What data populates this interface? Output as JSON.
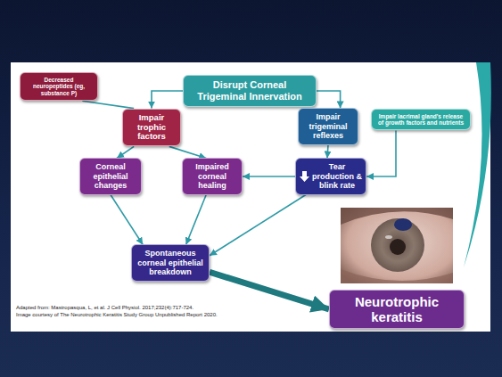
{
  "diagram": {
    "nodes": [
      {
        "text": [
          "Disrupt Corneal Trigeminal Innervation"
        ]
      },
      {
        "text": [
          "Decreased neuropeptides (eg, substance P)"
        ]
      },
      {
        "text": [
          "Impair trophic factors"
        ]
      },
      {
        "text": [
          "Impair trigeminal reflexes"
        ]
      },
      {
        "text": [
          "Impair lacrimal gland's release of growth factors and nutrients"
        ]
      },
      {
        "text": [
          "Corneal epithelial changes"
        ]
      },
      {
        "text": [
          "Impaired corneal healing"
        ]
      },
      {
        "text": [
          "Tear production & blink rate"
        ]
      },
      {
        "text": [
          "Spontaneous corneal epithelial breakdown"
        ]
      },
      {
        "text": [
          "Neurotrophic keratitis"
        ]
      }
    ],
    "edges": [
      {
        "from": 1,
        "to": 2,
        "arrow": "none"
      },
      {
        "from": 0,
        "to": 2,
        "arrow": "to"
      },
      {
        "from": 0,
        "to": 3,
        "arrow": "to"
      },
      {
        "from": 2,
        "to": 5,
        "arrow": "to"
      },
      {
        "from": 2,
        "to": 6,
        "arrow": "to"
      },
      {
        "from": 3,
        "to": 7,
        "arrow": "to"
      },
      {
        "from": 4,
        "to": 7,
        "arrow": "to"
      },
      {
        "from": 7,
        "to": 6,
        "arrow": "to"
      },
      {
        "from": 5,
        "to": 8,
        "arrow": "to"
      },
      {
        "from": 6,
        "to": 8,
        "arrow": "to"
      },
      {
        "from": 7,
        "to": 8,
        "arrow": "to"
      },
      {
        "from": 8,
        "to": 9,
        "arrow": "to"
      }
    ],
    "labels": [
      "Adapted from: Mastropasqua, L, et al. J Cell Physiol. 2017;232(4):717-724.",
      "Image courtesy of The Neurotrophic Keratitis Study Group Unpublished Report 2020."
    ]
  }
}
